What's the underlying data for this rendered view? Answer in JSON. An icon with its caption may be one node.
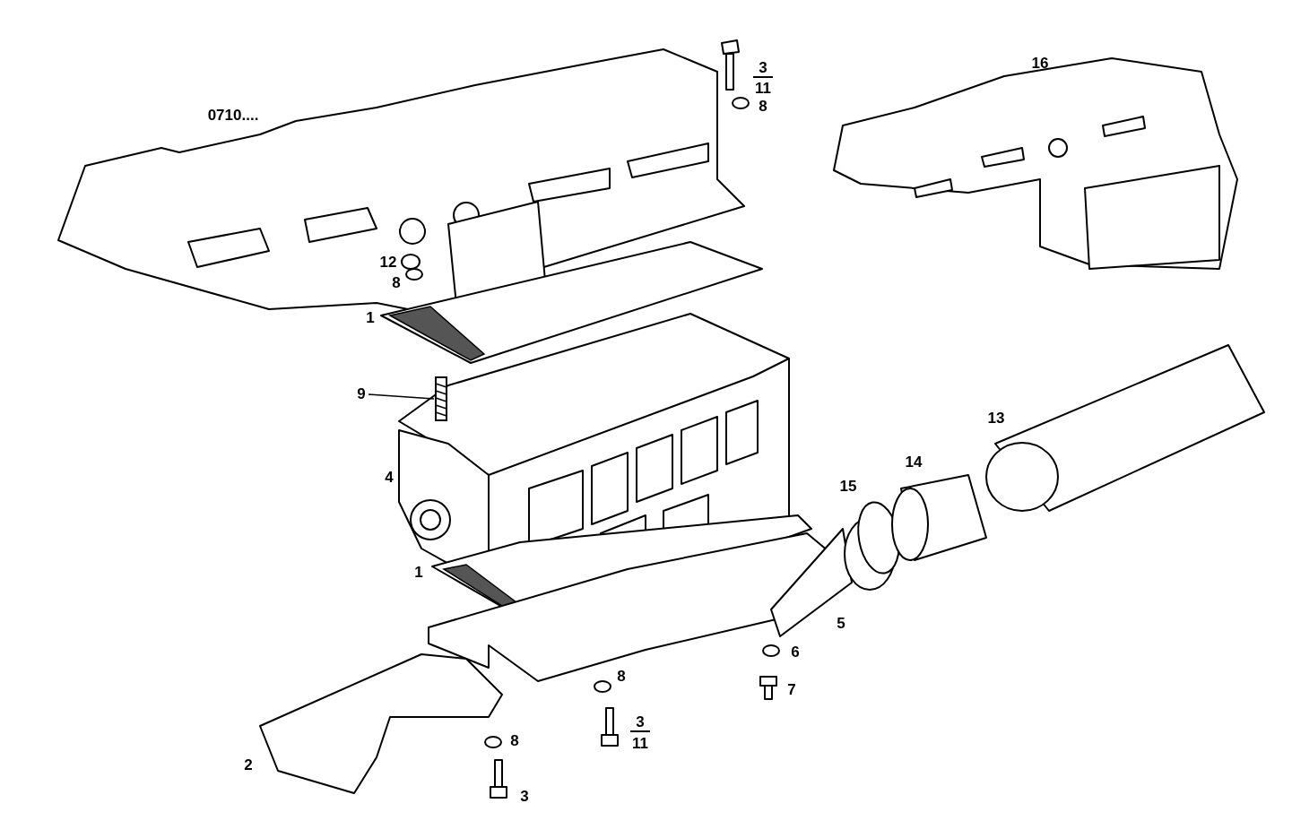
{
  "diagram": {
    "nodes": [
      {
        "text": [
          "9"
        ]
      },
      {
        "text": [],
        "shape": "picture"
      }
    ],
    "edges": [
      {
        "from": 0,
        "to": 1,
        "arrow": "none"
      }
    ],
    "labels": [
      "3",
      "11",
      "0710....",
      "8",
      "16",
      "12",
      "8",
      "1",
      "13",
      "14",
      "4",
      "15",
      "1",
      "5",
      "6",
      "8",
      "7",
      "3",
      "11",
      "2",
      "8",
      "3"
    ]
  }
}
